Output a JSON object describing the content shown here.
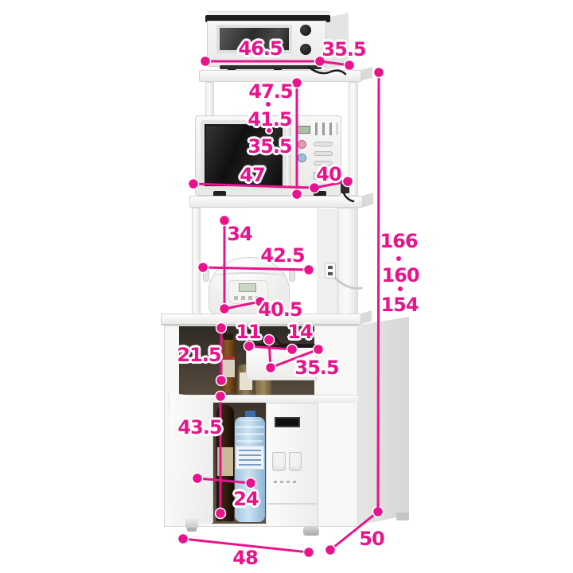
{
  "accent_color": "#e8148c",
  "dimensions": {
    "toaster_shelf": {
      "width": "46.5",
      "depth": "35.5"
    },
    "microwave_compartment": {
      "heights": [
        "47.5",
        "41.5",
        "35.5"
      ],
      "width": "47",
      "depth": "40"
    },
    "cooker_compartment": {
      "height": "34",
      "width": "42.5",
      "slide_depth": "40.5"
    },
    "tray_compartment": {
      "height": "21.5",
      "width_left": "11",
      "width_right": "14",
      "depth": "35.5"
    },
    "lower_cabinet": {
      "height": "43.5",
      "width": "24"
    },
    "overall": {
      "heights": [
        "166",
        "160",
        "154"
      ],
      "width": "48",
      "depth": "50"
    }
  }
}
